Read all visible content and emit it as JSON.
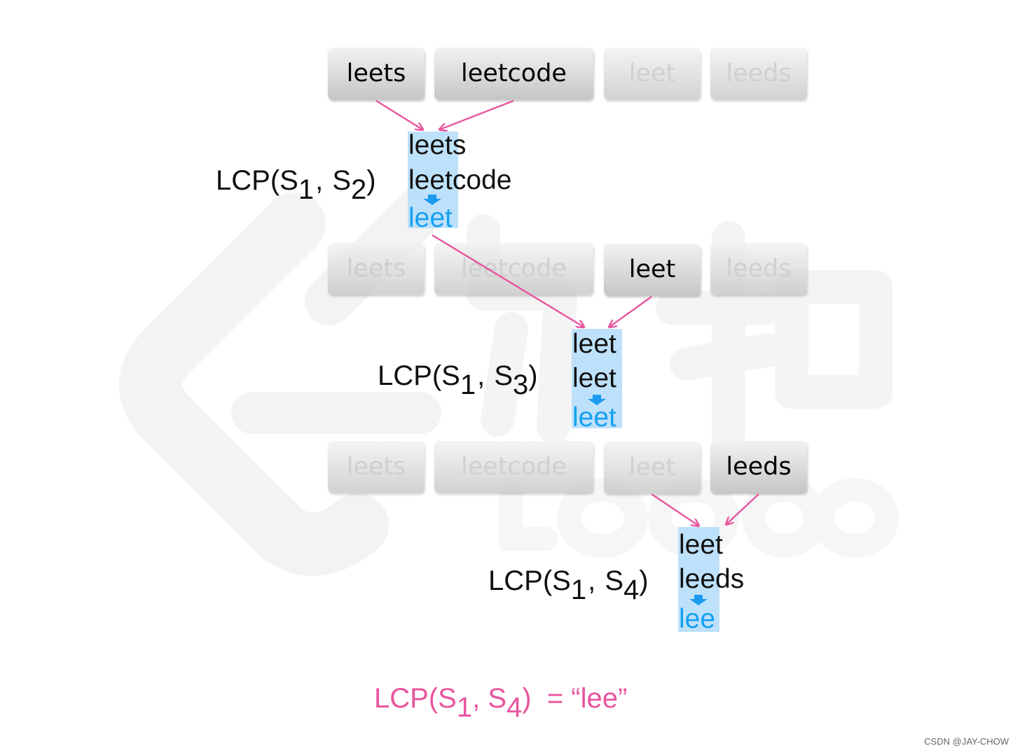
{
  "rows": [
    {
      "words": [
        {
          "text": "leets",
          "active": true
        },
        {
          "text": "leetcode",
          "active": true
        },
        {
          "text": "leet",
          "active": false
        },
        {
          "text": "leeds",
          "active": false
        }
      ],
      "label": {
        "prefix": "LCP(S",
        "a": "1",
        "sep": ",",
        "mid": "S",
        "b": "2",
        "suffix": ")"
      },
      "comparison": {
        "line1_prefix": "leet",
        "line1_rest": "s",
        "line2_prefix": "leet",
        "line2_rest": "code",
        "result": "leet"
      }
    },
    {
      "words": [
        {
          "text": "leets",
          "active": false
        },
        {
          "text": "leetcode",
          "active": false
        },
        {
          "text": "leet",
          "active": true
        },
        {
          "text": "leeds",
          "active": false
        }
      ],
      "label": {
        "prefix": "LCP(S",
        "a": "1",
        "sep": ",",
        "mid": "S",
        "b": "3",
        "suffix": ")"
      },
      "comparison": {
        "line1_prefix": "leet",
        "line1_rest": "",
        "line2_prefix": "leet",
        "line2_rest": "",
        "result": "leet"
      }
    },
    {
      "words": [
        {
          "text": "leets",
          "active": false
        },
        {
          "text": "leetcode",
          "active": false
        },
        {
          "text": "leet",
          "active": false
        },
        {
          "text": "leeds",
          "active": true
        }
      ],
      "label": {
        "prefix": "LCP(S",
        "a": "1",
        "sep": ",",
        "mid": "S",
        "b": "4",
        "suffix": ")"
      },
      "comparison": {
        "line1_prefix": "lee",
        "line1_rest": "t",
        "line2_prefix": "lee",
        "line2_rest": "ds",
        "result": "lee"
      }
    }
  ],
  "final": {
    "prefix": "LCP(S",
    "a": "1",
    "sep": ",",
    "mid": "S",
    "b": "4",
    "suffix": ")",
    "eq": "=",
    "value": "“lee”"
  },
  "credit": "CSDN @JAY-CHOW",
  "colors": {
    "arrow": "#e8559e",
    "highlight": "#bee1fb",
    "result_text": "#15a0f0",
    "final_text": "#e8559e",
    "watermark": "#f4f4f4"
  }
}
